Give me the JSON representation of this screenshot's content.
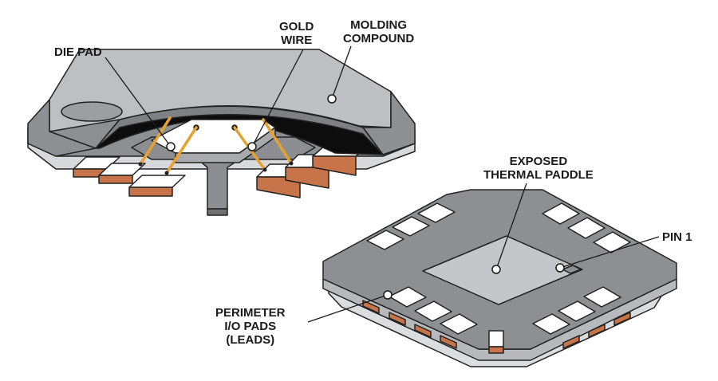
{
  "labels": {
    "die_pad": [
      "DIE PAD"
    ],
    "gold_wire": [
      "GOLD",
      "WIRE"
    ],
    "molding_compound": [
      "MOLDING",
      "COMPOUND"
    ],
    "exposed_thermal_paddle": [
      "EXPOSED",
      "THERMAL PADDLE"
    ],
    "pin_1": [
      "PIN 1"
    ],
    "perimeter_io_pads": [
      "PERIMETER",
      "I/O PADS",
      "(LEADS)"
    ]
  },
  "colors": {
    "molding_top": "#bdbfc2",
    "molding_side": "#7e8083",
    "package_top": "#8d8f92",
    "package_side": "#dcdde0",
    "thermal_paddle": "#c4c6c9",
    "copper": "#c8744a",
    "gold_wire": "#e6a130",
    "die_cavity": "#0d0d0d",
    "lead_frame": "#8c8e91",
    "pad_white": "#ffffff"
  }
}
